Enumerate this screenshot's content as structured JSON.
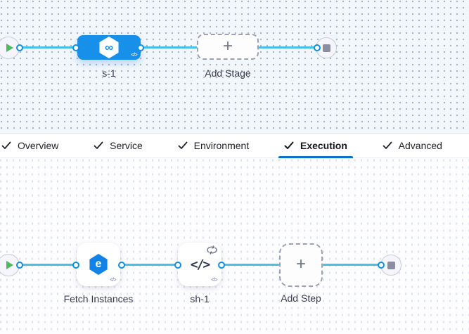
{
  "stage_canvas": {
    "stage_label": "s-1",
    "add_stage_label": "Add Stage"
  },
  "tabs": {
    "items": [
      {
        "label": "Overview",
        "checked": true,
        "active": false
      },
      {
        "label": "Service",
        "checked": true,
        "active": false
      },
      {
        "label": "Environment",
        "checked": true,
        "active": false
      },
      {
        "label": "Execution",
        "checked": true,
        "active": true
      },
      {
        "label": "Advanced",
        "checked": true,
        "active": false
      }
    ]
  },
  "execution_canvas": {
    "steps": [
      {
        "label": "Fetch Instances"
      },
      {
        "label": "sh-1"
      }
    ],
    "add_step_label": "Add Step"
  },
  "icons": {
    "plus": "+",
    "infinity": "∞",
    "code": "</>",
    "code_badge": "</>",
    "elastigroup_letter": "e"
  },
  "colors": {
    "accent_blue": "#0b8fe8",
    "edge_blue": "#45bfec",
    "stage_blue": "#1790ea",
    "tab_underline_blue": "#0b71cf",
    "play_green": "#4cba5f",
    "stop_gray": "#8a8ea2",
    "canvas_top_bg": "#f2f7fc",
    "canvas_bottom_bg": "#fdfdff"
  }
}
